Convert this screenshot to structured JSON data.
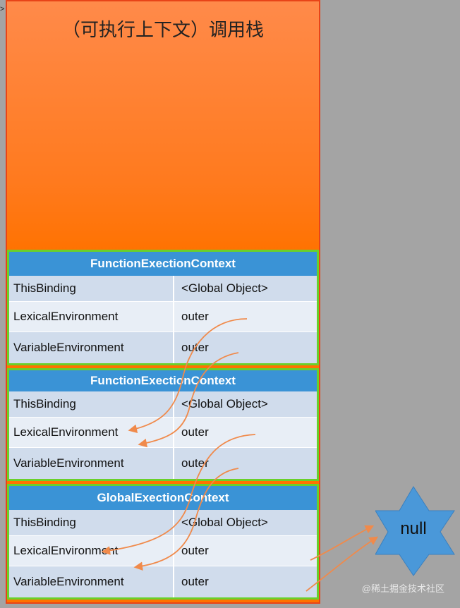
{
  "corner_mark": ">",
  "stack": {
    "title": "（可执行上下文）调用栈",
    "contexts": [
      {
        "header": "FunctionExectionContext",
        "rows": [
          {
            "key": "ThisBinding",
            "value": "<Global Object>"
          },
          {
            "key": "LexicalEnvironment",
            "value": "outer"
          },
          {
            "key": "VariableEnvironment",
            "value": "outer"
          }
        ]
      },
      {
        "header": "FunctionExectionContext",
        "rows": [
          {
            "key": "ThisBinding",
            "value": "<Global Object>"
          },
          {
            "key": "LexicalEnvironment",
            "value": "outer"
          },
          {
            "key": "VariableEnvironment",
            "value": "outer"
          }
        ]
      },
      {
        "header": "GlobalExectionContext",
        "rows": [
          {
            "key": "ThisBinding",
            "value": "<Global Object>"
          },
          {
            "key": "LexicalEnvironment",
            "value": "outer"
          },
          {
            "key": "VariableEnvironment",
            "value": "outer"
          }
        ]
      }
    ]
  },
  "null_node": {
    "label": "null"
  },
  "watermark": "@稀土掘金技术社区",
  "colors": {
    "stack_fill": "#ff7200",
    "header_blue": "#3a93d6",
    "context_border": "#6ad02a",
    "arrow": "#f08a4b",
    "star": "#4a98d9"
  }
}
